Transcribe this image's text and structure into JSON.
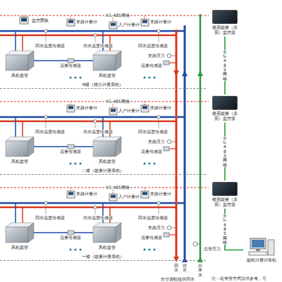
{
  "diagram": {
    "nodes": [
      {
        "text": [
          "N楼（独立计费系统）"
        ]
      },
      {
        "text": [
          "楼层能量（表层）监控器"
        ]
      },
      {
        "text": [
          "二楼（能量计费系统）"
        ]
      },
      {
        "text": [
          "楼层能量（表层）监控器"
        ]
      },
      {
        "text": [
          "一楼（能量计费系统）"
        ]
      },
      {
        "text": [
          "楼层能量（表层）监控器"
        ]
      },
      {
        "text": [
          "能耗计费计算机"
        ]
      }
    ],
    "edges": [
      {
        "from": 1,
        "to": 3,
        "arrow": "none",
        "label": "RS-485网络"
      },
      {
        "from": 3,
        "to": 5,
        "arrow": "none",
        "label": "RS-485网络"
      },
      {
        "from": 5,
        "to": 6,
        "arrow": "none",
        "label": "RS-485网络"
      }
    ],
    "labels": [
      "RS-485网络",
      "支路计量计",
      "入户计量计",
      "支路计量计",
      "回水温度传感器",
      "供水温度传感器",
      "流量传感器",
      "回水温度传感器",
      "流量传感器",
      "风机盘管",
      "风机盘管",
      "支路压力",
      "RS-485网络",
      "支路计量计",
      "入户计量计",
      "支路计量计",
      "回水温度传感器",
      "供水温度传感器",
      "流量传感器",
      "回水温度传感器",
      "流量传感器",
      "风机盘管",
      "风机盘管",
      "支路压力",
      "RS-485网络",
      "支路计量计",
      "入户计量计",
      "支路计量计",
      "回水温度传感器",
      "供水温度传感器",
      "流量传感器",
      "回水温度传感器",
      "流量传感器",
      "风机盘管",
      "风机盘管",
      "支路压力",
      "监控面板",
      "总管压力",
      "回水",
      "供水",
      "自来水",
      "分空调机组供回水",
      "注：此专管方式仅供参考，可"
    ]
  }
}
